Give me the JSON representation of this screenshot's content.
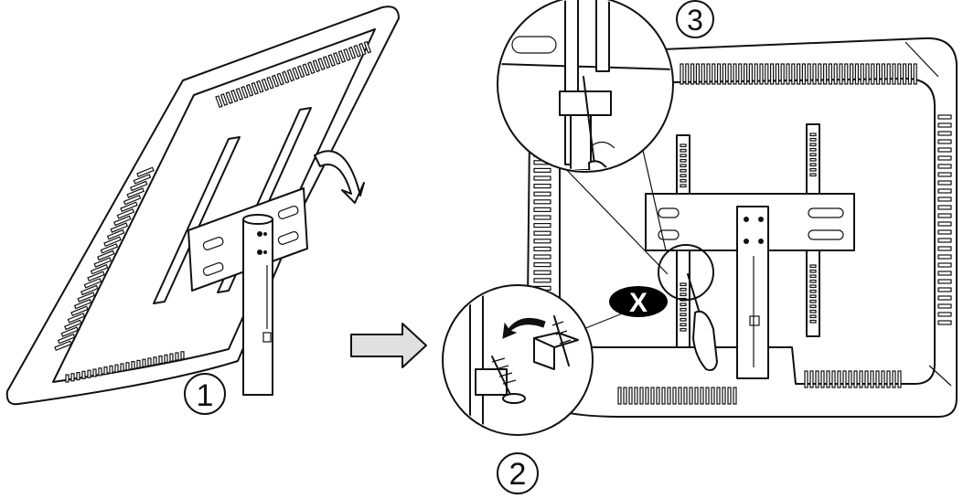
{
  "steps": [
    {
      "label": "1"
    },
    {
      "label": "2"
    },
    {
      "label": "3"
    }
  ],
  "warning_badge": {
    "label": "X"
  },
  "colors": {
    "line": "#111111",
    "arrow_fill": "#e0e0e0",
    "badge_fill": "#000000",
    "badge_text": "#ffffff"
  }
}
